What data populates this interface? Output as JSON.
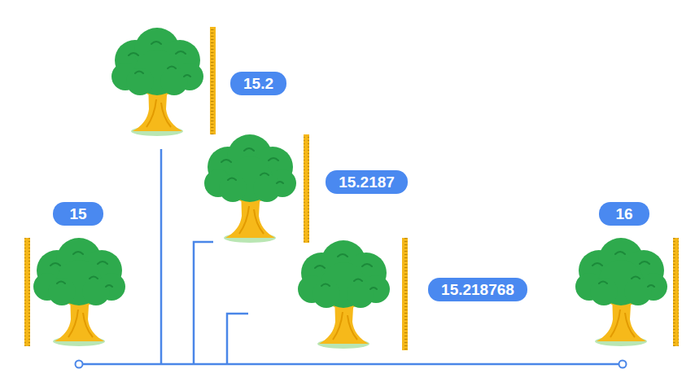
{
  "diagram": {
    "nodes": [
      {
        "text": [
          "15.2"
        ]
      },
      {
        "text": [
          "15.2187"
        ]
      },
      {
        "text": [
          "15"
        ]
      },
      {
        "text": [
          "16"
        ]
      },
      {
        "text": [
          "15.218768"
        ]
      }
    ]
  }
}
